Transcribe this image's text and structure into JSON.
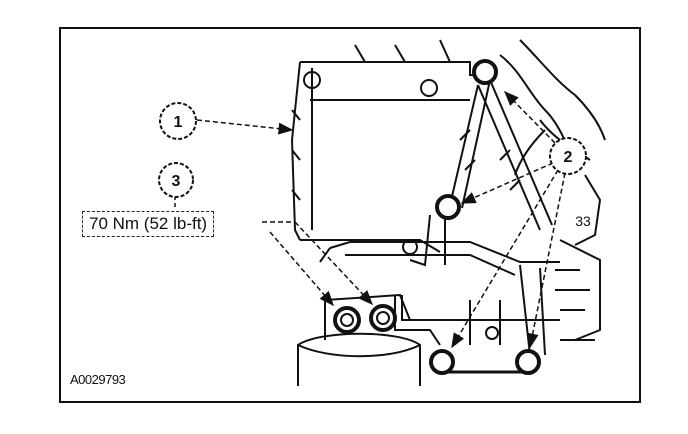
{
  "callouts": [
    {
      "id": "1",
      "label": "1"
    },
    {
      "id": "2",
      "label": "2"
    },
    {
      "id": "3",
      "label": "3"
    }
  ],
  "torque_spec": "70 Nm (52 lb-ft)",
  "part_stamp": "33",
  "figure_id": "A0029793"
}
